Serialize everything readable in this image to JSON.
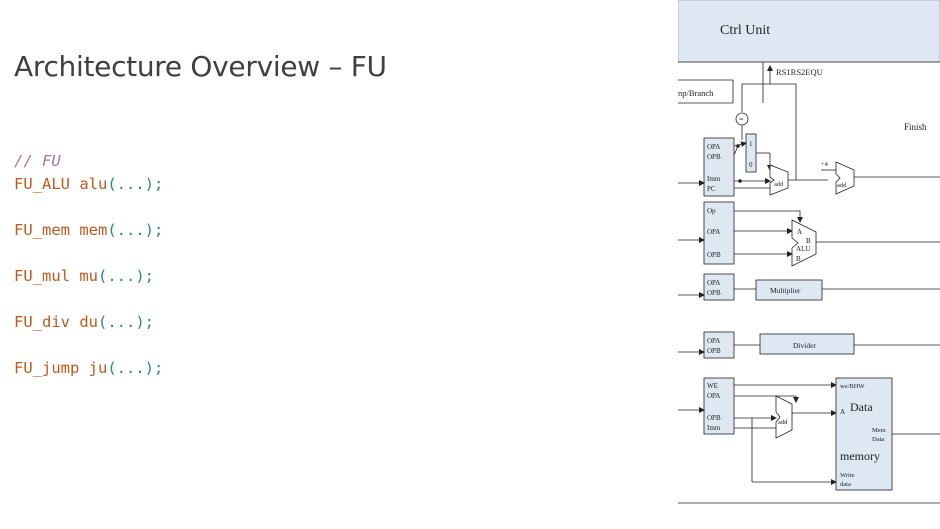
{
  "slide": {
    "title": "Architecture Overview – FU"
  },
  "code": {
    "comment": "// FU",
    "lines": [
      {
        "type": "FU_ALU",
        "name": "alu",
        "args": "(...);"
      },
      {
        "type": "FU_mem",
        "name": "mem",
        "args": "(...);"
      },
      {
        "type": "FU_mul",
        "name": "mu",
        "args": "(...);"
      },
      {
        "type": "FU_div",
        "name": "du",
        "args": "(...);"
      },
      {
        "type": "FU_jump",
        "name": "ju",
        "args": "(...);"
      }
    ]
  },
  "diagram": {
    "ctrl_unit": "Ctrl Unit",
    "rs_equ": "RS1RS2EQU",
    "jump_branch": "np/Branch",
    "finished": "Finish",
    "eq_symbol": "=",
    "branch_regs": [
      "OPA",
      "OPB",
      "Imm",
      "PC"
    ],
    "mux_labels": [
      "1",
      "0"
    ],
    "adder_label": "add",
    "plus4": "+4",
    "alu_regs": [
      "Op",
      "OPA",
      "OPB"
    ],
    "alu_labels": [
      "A",
      "B",
      "ALU",
      "B"
    ],
    "mul_regs": [
      "OPA",
      "OPB"
    ],
    "multiplier": "Multiplier",
    "div_regs": [
      "OPA",
      "OPB"
    ],
    "divider": "Divider",
    "mem_regs": [
      "WE",
      "OPA",
      "OPB",
      "Imm"
    ],
    "mem_we": "we/BHW",
    "mem_a": "A",
    "mem_title1": "Data",
    "mem_mem": "Mem",
    "mem_data": "Data",
    "mem_title2": "memory",
    "mem_write": "Write",
    "mem_wdata": "data"
  },
  "colors": {
    "ctrl_bg": "#dde8f3",
    "box_fill": "#dde8f3",
    "line": "#222222",
    "title": "#404040",
    "comment": "#a07a9a",
    "identifier": "#c05a1e",
    "punctuation": "#2a8a7a"
  }
}
